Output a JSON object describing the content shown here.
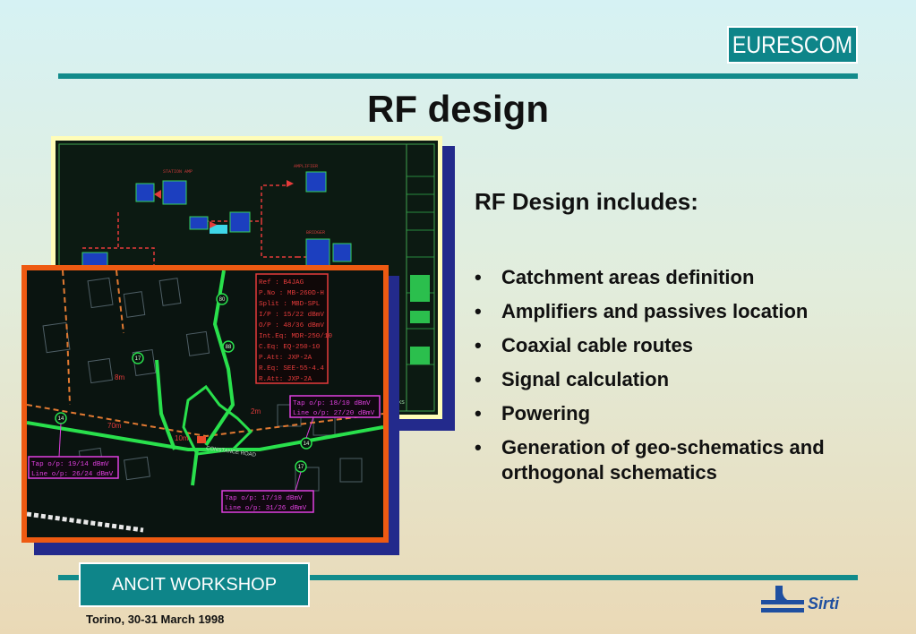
{
  "header": {
    "logo_text": "EURESCOM",
    "title": "RF design"
  },
  "content": {
    "subheading": "RF Design includes:",
    "bullets": [
      "Catchment areas definition",
      "Amplifiers and passives location",
      "Coaxial cable routes",
      "Signal calculation",
      "Powering",
      "Generation of geo-schematics and orthogonal schematics"
    ],
    "bullet_symbol": "•"
  },
  "images": {
    "back": {
      "description_icon": "schematic-diagram",
      "stamp_label": "Works"
    },
    "front": {
      "description_icon": "geo-schematic-map",
      "callout_main": [
        "Ref : B4JAG",
        "P.No : MB-260D-H",
        "Split : MBD-SPL",
        "I/P : 15/22 dBmV",
        "O/P : 48/36 dBmV",
        "Int.Eq: MDR-250/10",
        "C.Eq: EQ-250-10",
        "P.Att: JXP-2A",
        "R.Eq: SEE-55-4.4",
        "R.Att: JXP-2A"
      ],
      "callout_right": [
        "Tap o/p: 18/10 dBmV",
        "Line o/p: 27/20 dBmV"
      ],
      "callout_left": [
        "Tap o/p: 19/14 dBmV",
        "Line o/p: 26/24 dBmV"
      ],
      "callout_bottom": [
        "Tap o/p: 17/10 dBmV",
        "Line o/p: 31/26 dBmV"
      ],
      "street_label": "CONSTANCE ROAD",
      "node_labels": [
        "80",
        "17",
        "14",
        "88",
        "14",
        "17"
      ],
      "distance_labels": [
        "70m",
        "10m",
        "8m",
        "2m"
      ]
    }
  },
  "footer": {
    "workshop_label": "ANCIT WORKSHOP",
    "date_location": "Torino, 30-31 March 1998",
    "company": "Sirti"
  },
  "colors": {
    "accent": "#0e8589",
    "rule": "#128b8b",
    "front_border": "#ee5a12",
    "back_border": "#fffdb8",
    "shadow": "#232a8c",
    "sirti_blue": "#1f4fa0"
  }
}
